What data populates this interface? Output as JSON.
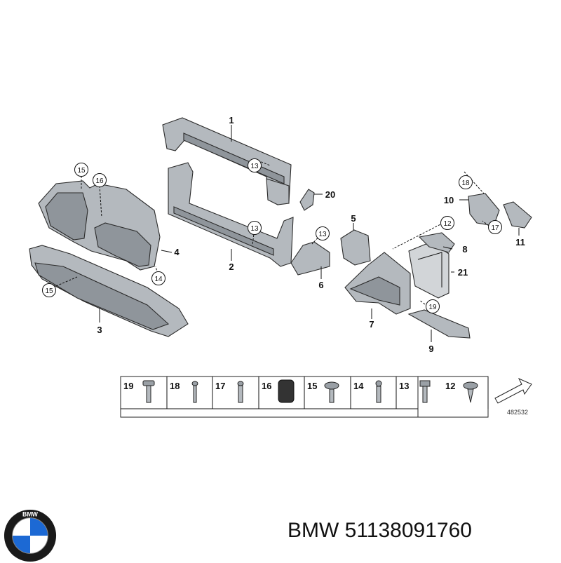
{
  "diagram": {
    "callouts": [
      "1",
      "2",
      "3",
      "4",
      "5",
      "6",
      "7",
      "8",
      "9",
      "10",
      "11",
      "20",
      "21"
    ],
    "circled_refs": [
      "15",
      "16",
      "15",
      "14",
      "13",
      "13",
      "13",
      "18",
      "17",
      "12",
      "19"
    ],
    "legend": {
      "items": [
        "19",
        "18",
        "17",
        "16",
        "15",
        "14",
        "13",
        "12"
      ],
      "code": "482532"
    }
  },
  "footer": {
    "brand": "BMW",
    "part_number": "51138091760",
    "logo_letters": "BMW"
  },
  "colors": {
    "part_fill": "#b4b9be",
    "line": "#2b2b2b",
    "logo_blue": "#1c69d4"
  }
}
